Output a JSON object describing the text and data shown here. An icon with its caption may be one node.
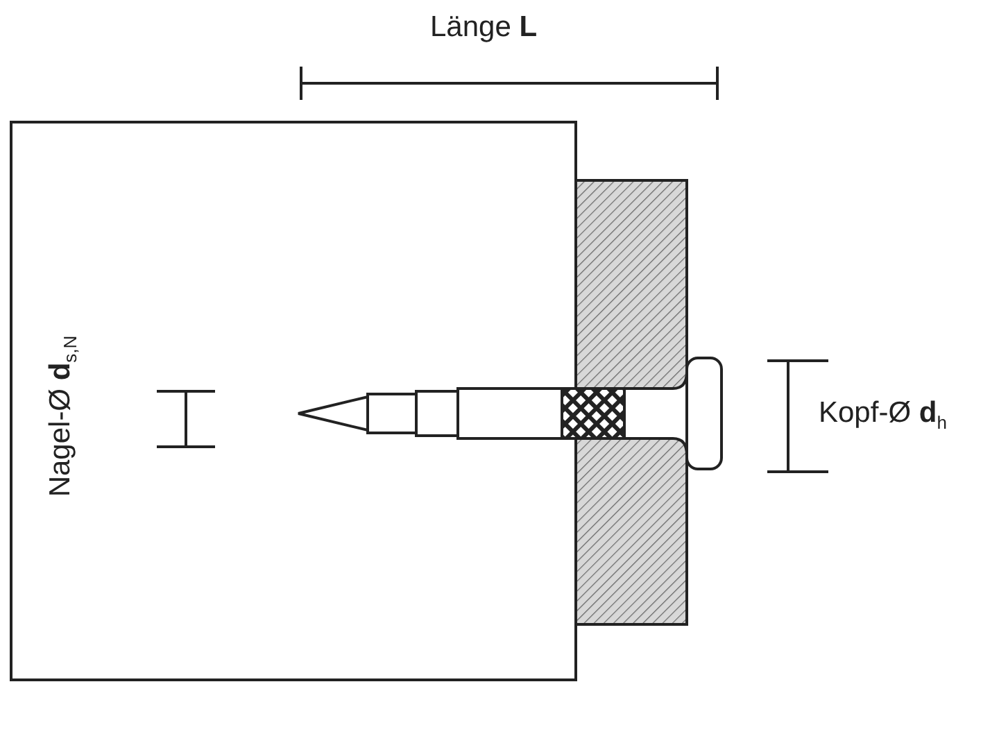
{
  "diagram": {
    "labels": [
      "Länge **L**",
      "Nagel-Ø **d**$_{s,N}$",
      "Kopf-Ø **d**$_{h}$"
    ]
  }
}
